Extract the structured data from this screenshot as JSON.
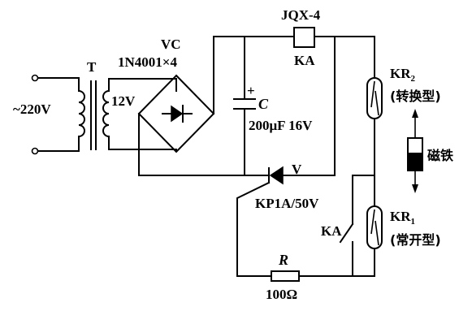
{
  "labels": {
    "relay": "JQX-4",
    "relay_id": "KA",
    "mains": "~220V",
    "transformer": "T",
    "secondary": "12V",
    "bridge_id": "VC",
    "bridge_part": "1N4001×4",
    "cap_id": "C",
    "cap_value": "200μF  16V",
    "cap_plus": "+",
    "scr_id": "V",
    "scr_part": "KP1A/50V",
    "contact_id": "KA",
    "res_id": "R",
    "res_value": "100Ω",
    "reed2_id": "KR",
    "reed2_sub": "2",
    "reed2_type": "(转换型)",
    "reed1_id": "KR",
    "reed1_sub": "1",
    "reed1_type": "(常开型)",
    "magnet": "磁铁"
  }
}
